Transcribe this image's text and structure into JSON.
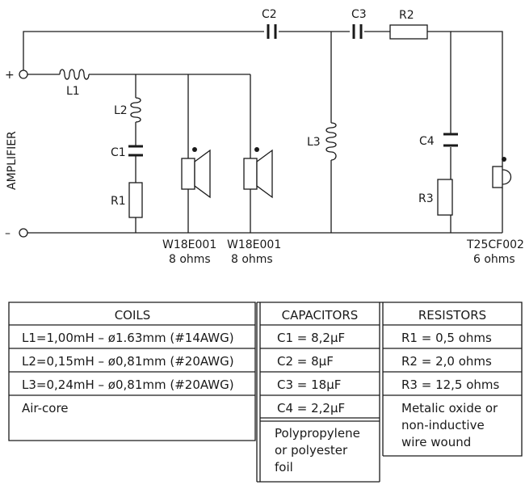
{
  "schematic": {
    "input_plus": "+",
    "input_minus": "–",
    "amplifier": "AMPLIFIER",
    "components": {
      "L1": "L1",
      "L2": "L2",
      "L3": "L3",
      "C1": "C1",
      "C2": "C2",
      "C3": "C3",
      "C4": "C4",
      "R1": "R1",
      "R2": "R2",
      "R3": "R3"
    },
    "drivers": [
      {
        "model": "W18E001",
        "impedance": "8 ohms"
      },
      {
        "model": "W18E001",
        "impedance": "8 ohms"
      },
      {
        "model": "T25CF002",
        "impedance": "6 ohms"
      }
    ]
  },
  "table": {
    "coils": {
      "header": "COILS",
      "rows": [
        "L1=1,00mH – ø1.63mm (#14AWG)",
        "L2=0,15mH – ø0,81mm (#20AWG)",
        "L3=0,24mH – ø0,81mm (#20AWG)",
        "Air-core"
      ]
    },
    "capacitors": {
      "header": "CAPACITORS",
      "rows": [
        "C1 = 8,2µF",
        "C2 = 8µF",
        "C3 = 18µF",
        "C4 = 2,2µF"
      ],
      "note": [
        "Polypropylene",
        "or polyester",
        "foil"
      ]
    },
    "resistors": {
      "header": "RESISTORS",
      "rows": [
        "R1 = 0,5 ohms",
        "R2 = 2,0 ohms",
        "R3 = 12,5 ohms"
      ],
      "note": [
        "Metalic oxide or",
        "non-inductive",
        "wire wound"
      ]
    }
  }
}
